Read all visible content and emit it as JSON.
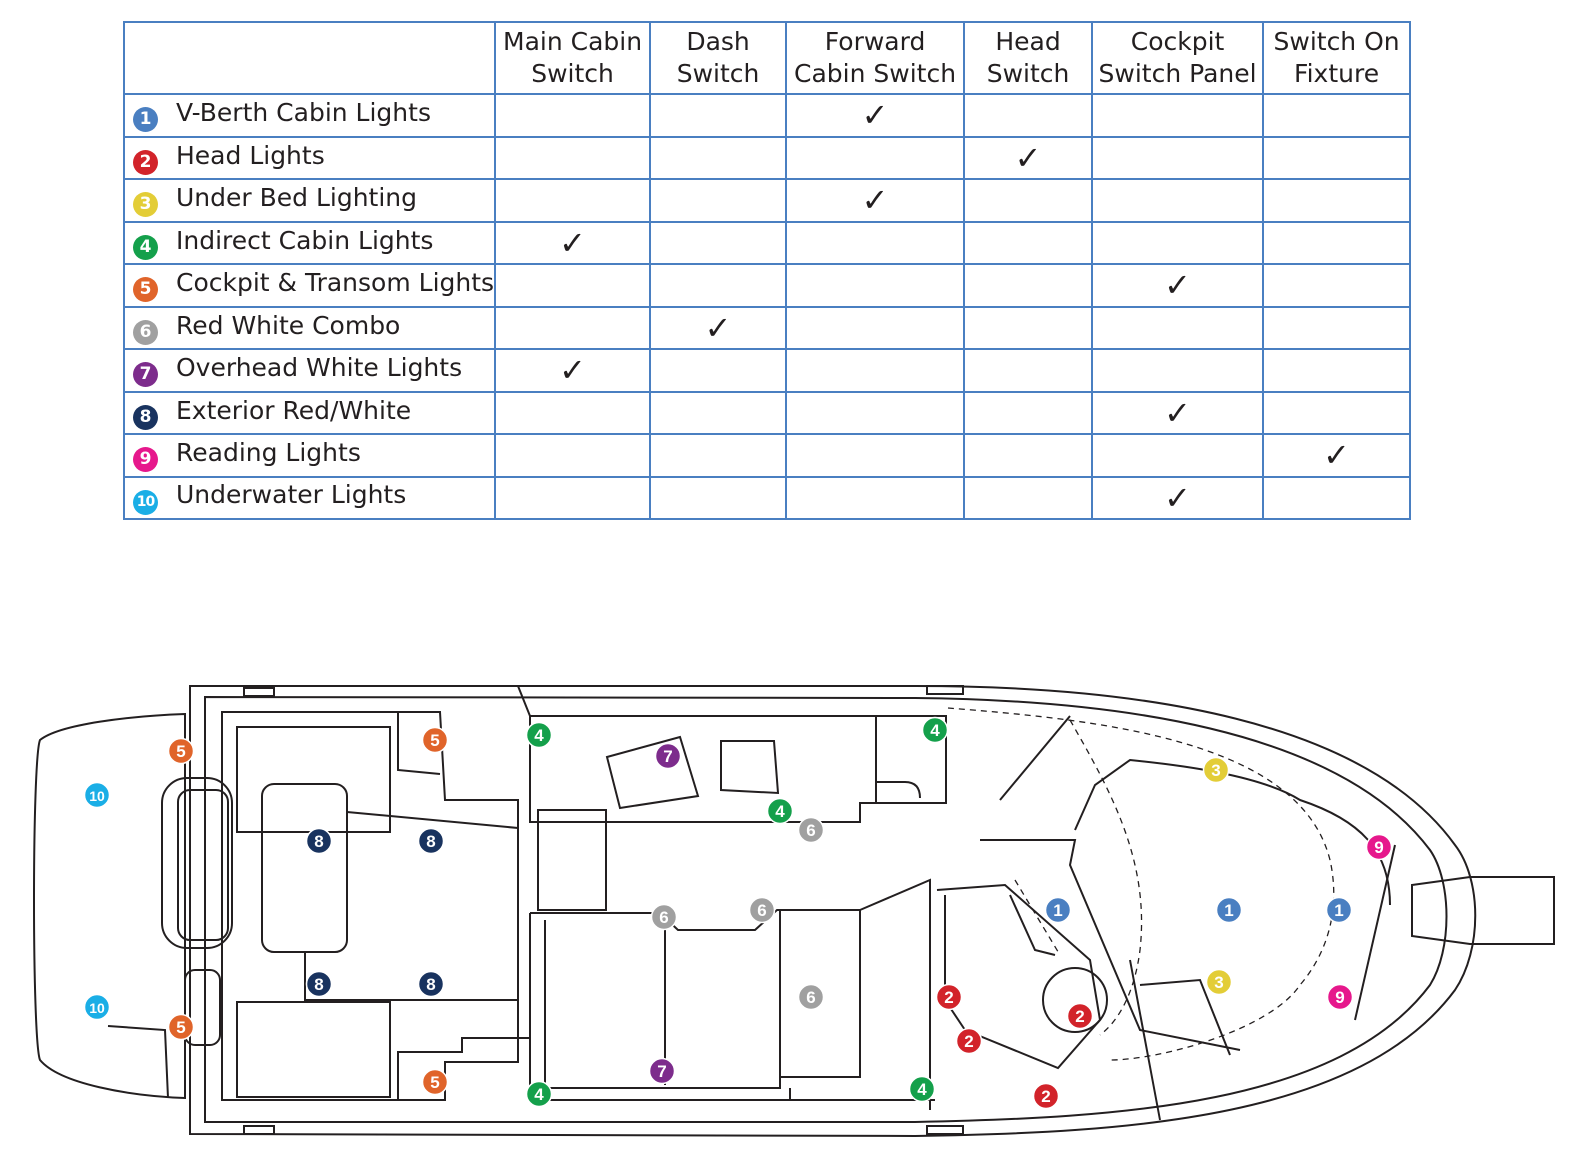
{
  "table": {
    "columns": [
      [
        "Main Cabin",
        "Switch"
      ],
      [
        "Dash",
        "Switch"
      ],
      [
        "Forward",
        "Cabin Switch"
      ],
      [
        "Head",
        "Switch"
      ],
      [
        "Cockpit",
        "Switch Panel"
      ],
      [
        "Switch On",
        "Fixture"
      ]
    ],
    "check_symbol": "✓",
    "rows": [
      {
        "num": "1",
        "label": "V-Berth Cabin Lights",
        "color": "#4a7fc1",
        "check": 2
      },
      {
        "num": "2",
        "label": "Head Lights",
        "color": "#d2232a",
        "check": 3
      },
      {
        "num": "3",
        "label": "Under Bed Lighting",
        "color": "#e3cd37",
        "check": 2
      },
      {
        "num": "4",
        "label": "Indirect Cabin Lights",
        "color": "#14a04b",
        "check": 0
      },
      {
        "num": "5",
        "label": "Cockpit & Transom Lights",
        "color": "#e0642a",
        "check": 4
      },
      {
        "num": "6",
        "label": "Red White Combo",
        "color": "#a0a0a0",
        "check": 1
      },
      {
        "num": "7",
        "label": "Overhead White Lights",
        "color": "#7d2c8c",
        "check": 0
      },
      {
        "num": "8",
        "label": "Exterior Red/White",
        "color": "#19335f",
        "check": 4
      },
      {
        "num": "9",
        "label": "Reading Lights",
        "color": "#e6188c",
        "check": 5
      },
      {
        "num": "10",
        "label": "Underwater Lights",
        "color": "#1aaee6",
        "check": 4
      }
    ]
  },
  "plan_markers": [
    "10",
    "10",
    "5",
    "5",
    "5",
    "5",
    "8",
    "8",
    "8",
    "8",
    "4",
    "4",
    "4",
    "4",
    "4",
    "7",
    "7",
    "6",
    "6",
    "6",
    "6",
    "2",
    "2",
    "2",
    "2",
    "1",
    "1",
    "1",
    "3",
    "3",
    "9",
    "9"
  ]
}
